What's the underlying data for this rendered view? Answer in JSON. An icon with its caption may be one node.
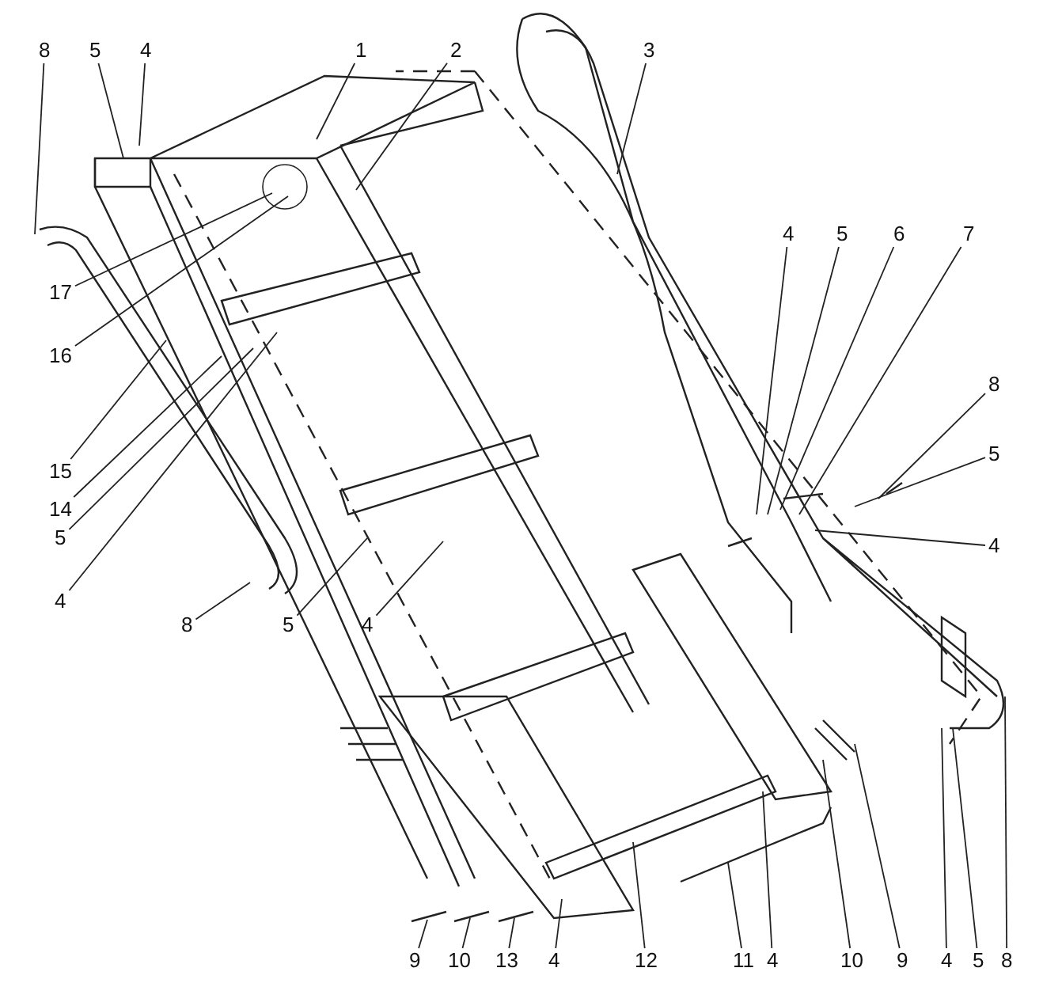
{
  "diagram": {
    "nodes": [
      {
        "text": [
          "8"
        ]
      },
      {
        "text": [
          "5"
        ]
      },
      {
        "text": [
          "4"
        ]
      },
      {
        "text": [
          "1"
        ]
      },
      {
        "text": [
          "2"
        ]
      },
      {
        "text": [
          "3"
        ]
      },
      {
        "text": [
          "17"
        ]
      },
      {
        "text": [
          "16"
        ]
      },
      {
        "text": [
          "15"
        ]
      },
      {
        "text": [
          "14"
        ]
      },
      {
        "text": [
          "5"
        ]
      },
      {
        "text": [
          "4"
        ]
      },
      {
        "text": [
          "8"
        ]
      },
      {
        "text": [
          "5"
        ]
      },
      {
        "text": [
          "4"
        ]
      },
      {
        "text": [
          "4"
        ]
      },
      {
        "text": [
          "5"
        ]
      },
      {
        "text": [
          "6"
        ]
      },
      {
        "text": [
          "7"
        ]
      },
      {
        "text": [
          "8"
        ]
      },
      {
        "text": [
          "5"
        ]
      },
      {
        "text": [
          "4"
        ]
      },
      {
        "text": [
          "9"
        ]
      },
      {
        "text": [
          "10"
        ]
      },
      {
        "text": [
          "13"
        ]
      },
      {
        "text": [
          "4"
        ]
      },
      {
        "text": [
          "12"
        ]
      },
      {
        "text": [
          "11"
        ]
      },
      {
        "text": [
          "4"
        ]
      },
      {
        "text": [
          "10"
        ]
      },
      {
        "text": [
          "9"
        ]
      },
      {
        "text": [
          "4"
        ]
      },
      {
        "text": [
          "5"
        ]
      },
      {
        "text": [
          "8"
        ]
      }
    ],
    "edges": [
      {
        "from": 0,
        "to": null,
        "arrow": "none"
      },
      {
        "from": 1,
        "to": null,
        "arrow": "none"
      },
      {
        "from": 2,
        "to": null,
        "arrow": "none"
      },
      {
        "from": 3,
        "to": null,
        "arrow": "none"
      },
      {
        "from": 4,
        "to": null,
        "arrow": "none"
      },
      {
        "from": 5,
        "to": null,
        "arrow": "none"
      },
      {
        "from": 6,
        "to": null,
        "arrow": "none"
      },
      {
        "from": 7,
        "to": null,
        "arrow": "none"
      },
      {
        "from": 8,
        "to": null,
        "arrow": "none"
      },
      {
        "from": 9,
        "to": null,
        "arrow": "none"
      },
      {
        "from": 10,
        "to": null,
        "arrow": "none"
      },
      {
        "from": 11,
        "to": null,
        "arrow": "none"
      },
      {
        "from": 12,
        "to": null,
        "arrow": "none"
      },
      {
        "from": 13,
        "to": null,
        "arrow": "none"
      },
      {
        "from": 14,
        "to": null,
        "arrow": "none"
      },
      {
        "from": 15,
        "to": null,
        "arrow": "none"
      },
      {
        "from": 16,
        "to": null,
        "arrow": "none"
      },
      {
        "from": 17,
        "to": null,
        "arrow": "none"
      },
      {
        "from": 18,
        "to": null,
        "arrow": "none"
      },
      {
        "from": 19,
        "to": null,
        "arrow": "none"
      },
      {
        "from": 20,
        "to": null,
        "arrow": "none"
      },
      {
        "from": 21,
        "to": null,
        "arrow": "none"
      },
      {
        "from": 22,
        "to": null,
        "arrow": "none"
      },
      {
        "from": 23,
        "to": null,
        "arrow": "none"
      },
      {
        "from": 24,
        "to": null,
        "arrow": "none"
      },
      {
        "from": 25,
        "to": null,
        "arrow": "none"
      },
      {
        "from": 26,
        "to": null,
        "arrow": "none"
      },
      {
        "from": 27,
        "to": null,
        "arrow": "none"
      },
      {
        "from": 28,
        "to": null,
        "arrow": "none"
      },
      {
        "from": 29,
        "to": null,
        "arrow": "none"
      },
      {
        "from": 30,
        "to": null,
        "arrow": "none"
      },
      {
        "from": 31,
        "to": null,
        "arrow": "none"
      },
      {
        "from": 32,
        "to": null,
        "arrow": "none"
      },
      {
        "from": 33,
        "to": null,
        "arrow": "none"
      }
    ]
  }
}
